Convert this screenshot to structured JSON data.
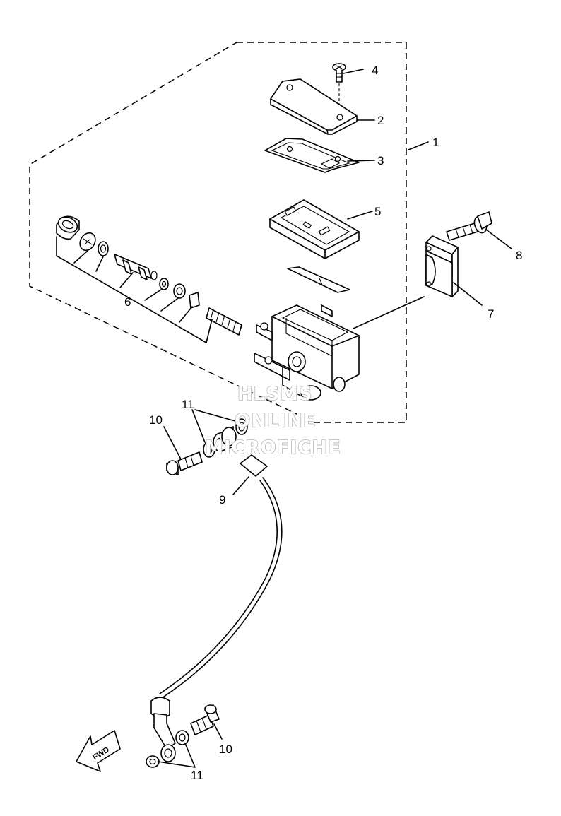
{
  "callouts": {
    "c1": "1",
    "c2": "2",
    "c3": "3",
    "c4": "4",
    "c5": "5",
    "c6": "6",
    "c7": "7",
    "c8": "8",
    "c9": "9",
    "c10a": "10",
    "c10b": "10",
    "c11a": "11",
    "c11b": "11"
  },
  "direction_arrow": {
    "label": "FWD"
  },
  "watermark": {
    "line1": "HLSMS",
    "line2": "ONLINE",
    "line3": "MICROFICHE",
    "color": "#a8a8a8"
  },
  "colors": {
    "ink": "#000000",
    "paper": "#ffffff"
  }
}
